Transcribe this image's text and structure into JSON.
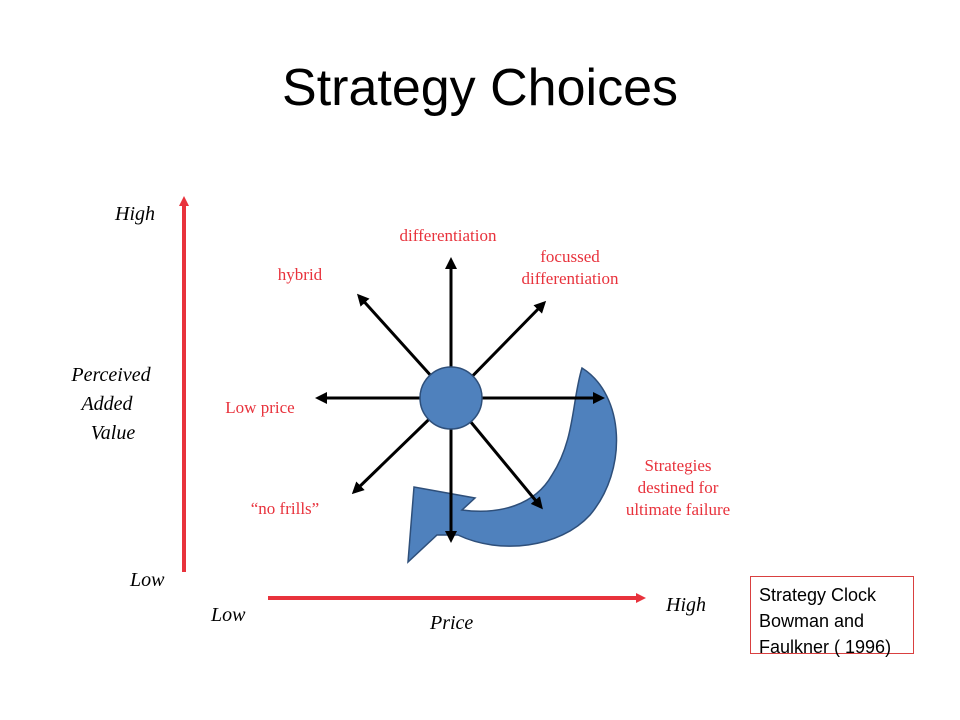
{
  "title": "Strategy Choices",
  "y_axis": {
    "high_label": "High",
    "low_label": "Low",
    "name_lines": [
      "Perceived",
      "Added",
      "Value"
    ]
  },
  "x_axis": {
    "low_label": "Low",
    "high_label": "High",
    "name": "Price"
  },
  "strategies": {
    "differentiation": "differentiation",
    "focussed_differentiation": [
      "focussed",
      "differentiation"
    ],
    "hybrid": "hybrid",
    "low_price": "Low price",
    "no_frills": "“no frills”",
    "failure": [
      "Strategies",
      "destined for",
      "ultimate failure"
    ]
  },
  "caption": [
    "Strategy Clock",
    "Bowman and",
    "Faulkner ( 1996)"
  ],
  "colors": {
    "axis": "#e8323c",
    "strategy_text": "#e8323c",
    "hub": "#4f81bd",
    "arrow": "#000000",
    "failure_arrow": "#4f81bd"
  }
}
